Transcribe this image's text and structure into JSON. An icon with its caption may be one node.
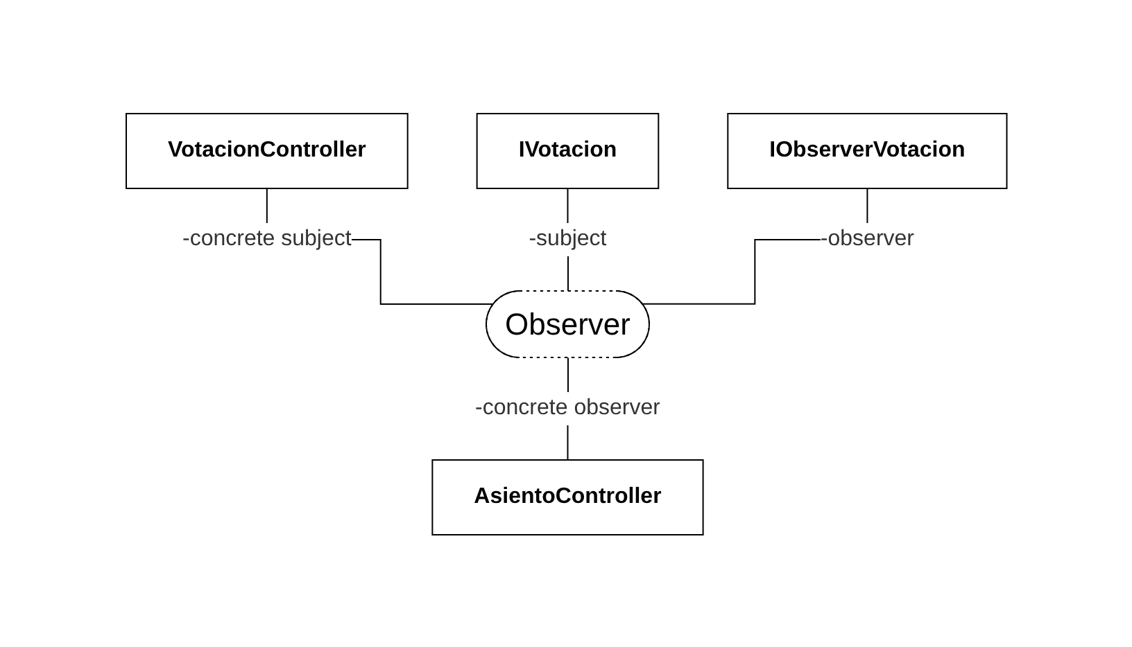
{
  "diagram": {
    "nodes": [
      {
        "text": [
          "VotacionController"
        ]
      },
      {
        "text": [
          "IVotacion"
        ]
      },
      {
        "text": [
          "IObserverVotacion"
        ]
      },
      {
        "text": [
          "Observer"
        ]
      },
      {
        "text": [
          "AsientoController"
        ]
      }
    ],
    "edges": [
      {
        "from": 0,
        "to": 3,
        "arrow": "none",
        "label": "-concrete subject"
      },
      {
        "from": 1,
        "to": 3,
        "arrow": "none",
        "label": "-subject"
      },
      {
        "from": 2,
        "to": 3,
        "arrow": "none",
        "label": "-observer"
      },
      {
        "from": 3,
        "to": 4,
        "arrow": "none",
        "label": "-concrete observer"
      }
    ]
  }
}
